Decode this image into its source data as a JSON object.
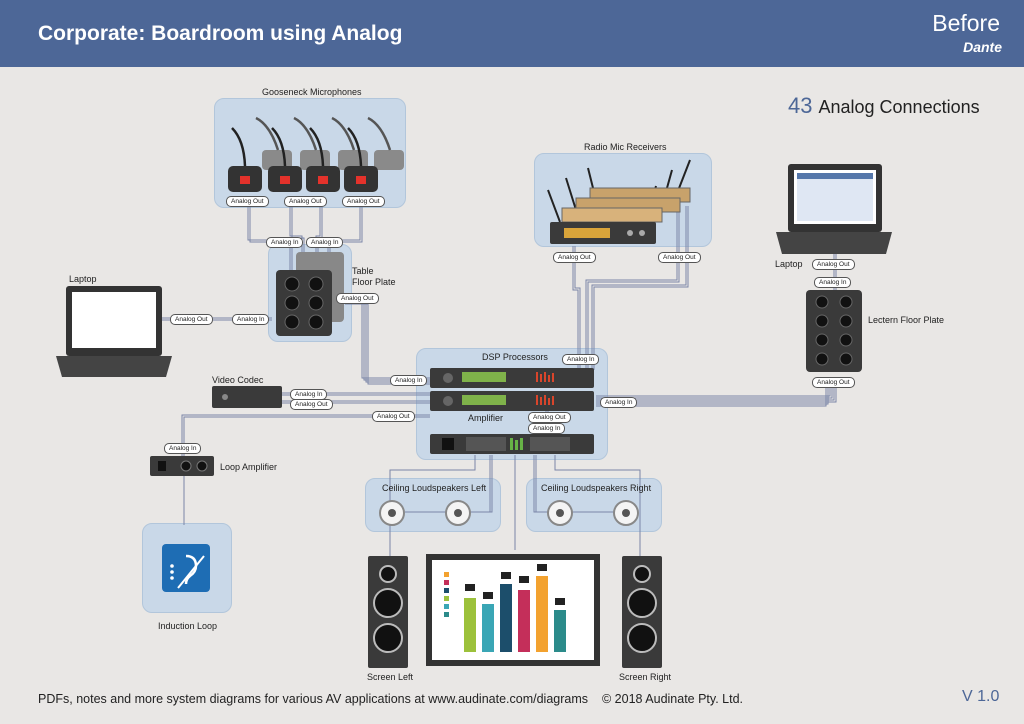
{
  "header": {
    "title": "Corporate: Boardroom using Analog",
    "badge": "Before",
    "brand": "Dante"
  },
  "connections": {
    "count": "43",
    "label": "Analog Connections"
  },
  "groups": {
    "gooseneck": "Gooseneck Microphones",
    "radio": "Radio Mic Receivers",
    "table_plate": "Table\nFloor Plate",
    "laptop_left": "Laptop",
    "laptop_right": "Laptop",
    "lectern": "Lectern Floor Plate",
    "dsp": "DSP Processors",
    "amplifier": "Amplifier",
    "video_codec": "Video Codec",
    "loop_amp": "Loop Amplifier",
    "induction_loop": "Induction Loop",
    "ceiling_left": "Ceiling Loudspeakers Left",
    "ceiling_right": "Ceiling Loudspeakers Right",
    "screen_left": "Screen Left",
    "screen_right": "Screen Right"
  },
  "ports": {
    "out": "Analog Out",
    "in": "Analog In"
  },
  "footer": {
    "link": "PDFs, notes and more system diagrams for various AV applications at www.audinate.com/diagrams",
    "copyright": "© 2018 Audinate Pty. Ltd.",
    "version": "V 1.0"
  },
  "colors": {
    "header": "#4d6797",
    "panel": "#c9d8e8",
    "device": "#3a3a3a",
    "cable": "#7b86a8"
  }
}
